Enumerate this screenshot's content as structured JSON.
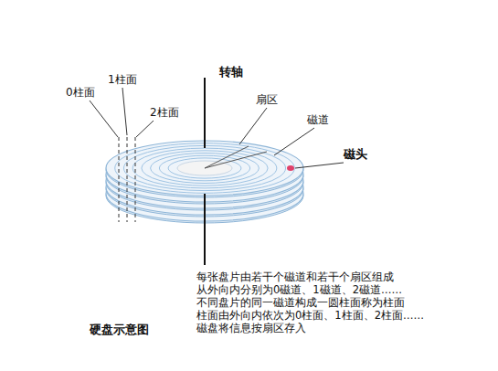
{
  "diagram": {
    "caption": "硬盘示意图",
    "labels": [
      "0柱面",
      "1柱面",
      "2柱面",
      "转轴",
      "扇区",
      "磁道",
      "磁头",
      "每张盘片由若干个磁道和若干个扇区组成",
      "从外向内分别为0磁道、1磁道、2磁道……",
      "不同盘片的同一磁道构成一圆柱面称为柱面",
      "柱面由外向内依次为0柱面、1柱面、2柱面……",
      "磁盘将信息按扇区存入"
    ]
  }
}
